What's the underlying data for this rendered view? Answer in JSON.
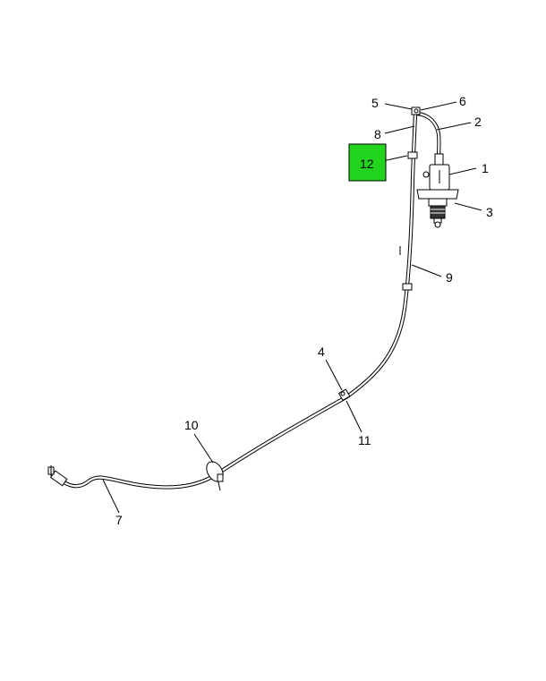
{
  "callouts": {
    "c1": "1",
    "c2": "2",
    "c3": "3",
    "c4": "4",
    "c5": "5",
    "c6": "6",
    "c7": "7",
    "c8": "8",
    "c9": "9",
    "c10": "10",
    "c11": "11",
    "c12": "12"
  },
  "highlight": {
    "label": "12",
    "color": "#22d41e"
  }
}
